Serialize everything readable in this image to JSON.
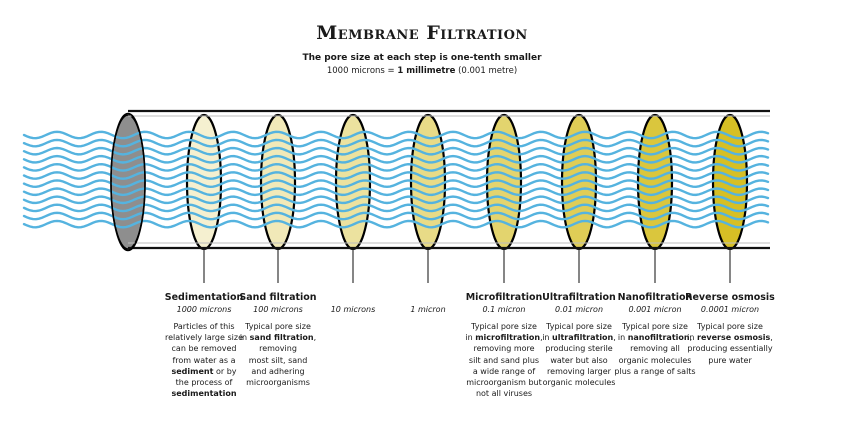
{
  "header": {
    "title": "Membrane Filtration",
    "subtitle": "The pore size at each step is one-tenth smaller",
    "conversion_prefix": "1000 microns = ",
    "conversion_bold": "1 millimetre",
    "conversion_suffix": " (0.001 metre)"
  },
  "colors": {
    "water": "#55b3df",
    "tube": "#111111",
    "first_disc": "#8e8e8e",
    "disc_light": "#f5f0d0",
    "disc_dark": "#d6bf25"
  },
  "stages": [
    {
      "name": "Sedimentation",
      "size": "1000 microns",
      "desc": [
        [
          "Particles of this"
        ],
        [
          "relatively large size"
        ],
        [
          "can be removed"
        ],
        [
          "from water as a"
        ],
        [
          {
            "b": "sediment"
          },
          " or by"
        ],
        [
          "the process of"
        ],
        [
          {
            "b": "sedimentation"
          }
        ]
      ]
    },
    {
      "name": "Sand filtration",
      "size": "100 microns",
      "desc": [
        [
          "Typical pore size"
        ],
        [
          "in ",
          {
            "b": "sand filtration"
          },
          ","
        ],
        [
          "removing"
        ],
        [
          "most silt, sand"
        ],
        [
          "and adhering"
        ],
        [
          "microorganisms"
        ]
      ]
    },
    {
      "name": "",
      "size": "10 microns",
      "desc": []
    },
    {
      "name": "",
      "size": "1 micron",
      "desc": []
    },
    {
      "name": "Microfiltration",
      "size": "0.1 micron",
      "desc": [
        [
          "Typical pore size"
        ],
        [
          "in ",
          {
            "b": "microfiltration"
          },
          ","
        ],
        [
          "removing more"
        ],
        [
          "silt and sand plus"
        ],
        [
          "a wide range of"
        ],
        [
          "microorganism but"
        ],
        [
          "not all viruses"
        ]
      ]
    },
    {
      "name": "Ultrafiltration",
      "size": "0.01 micron",
      "desc": [
        [
          "Typical pore size"
        ],
        [
          "in ",
          {
            "b": "ultrafiltration"
          },
          ","
        ],
        [
          "producing sterile"
        ],
        [
          "water but also"
        ],
        [
          "removing larger"
        ],
        [
          "organic molecules"
        ]
      ]
    },
    {
      "name": "Nanofiltration",
      "size": "0.001 micron",
      "desc": [
        [
          "Typical pore size"
        ],
        [
          "in ",
          {
            "b": "nanofiltration"
          },
          ","
        ],
        [
          "removing all"
        ],
        [
          "organic molecules"
        ],
        [
          "plus a range of salts"
        ]
      ]
    },
    {
      "name": "Reverse osmosis",
      "size": "0.0001 micron",
      "desc": [
        [
          "Typical pore size"
        ],
        [
          "in ",
          {
            "b": "reverse osmosis"
          },
          ","
        ],
        [
          "producing essentially"
        ],
        [
          "pure water"
        ]
      ]
    }
  ]
}
